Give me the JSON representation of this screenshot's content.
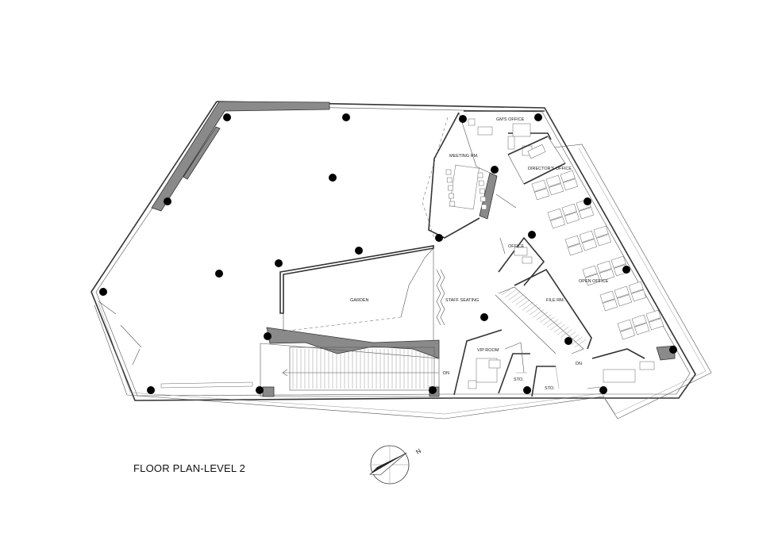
{
  "title": "FLOOR PLAN-LEVEL 2",
  "north_label": "N",
  "rooms": {
    "gm_office": "GM'S OFFICE",
    "meeting_room": "MEETING RM.",
    "directors_office": "DIRECTOR'S OFFICE",
    "office": "OFFICE",
    "open_office": "OPEN OFFICE",
    "file_room": "FILE RM.",
    "garden": "GARDEN",
    "staff_seating": "STAFF SEATING",
    "vip_room": "VIP ROOM",
    "storage_1": "STO.",
    "storage_2": "STO.",
    "stair_down_1": "DN",
    "stair_down_2": "DN"
  },
  "colors": {
    "wall": "#333333",
    "structural_fill": "#8a8a8a",
    "column": "#000000"
  }
}
